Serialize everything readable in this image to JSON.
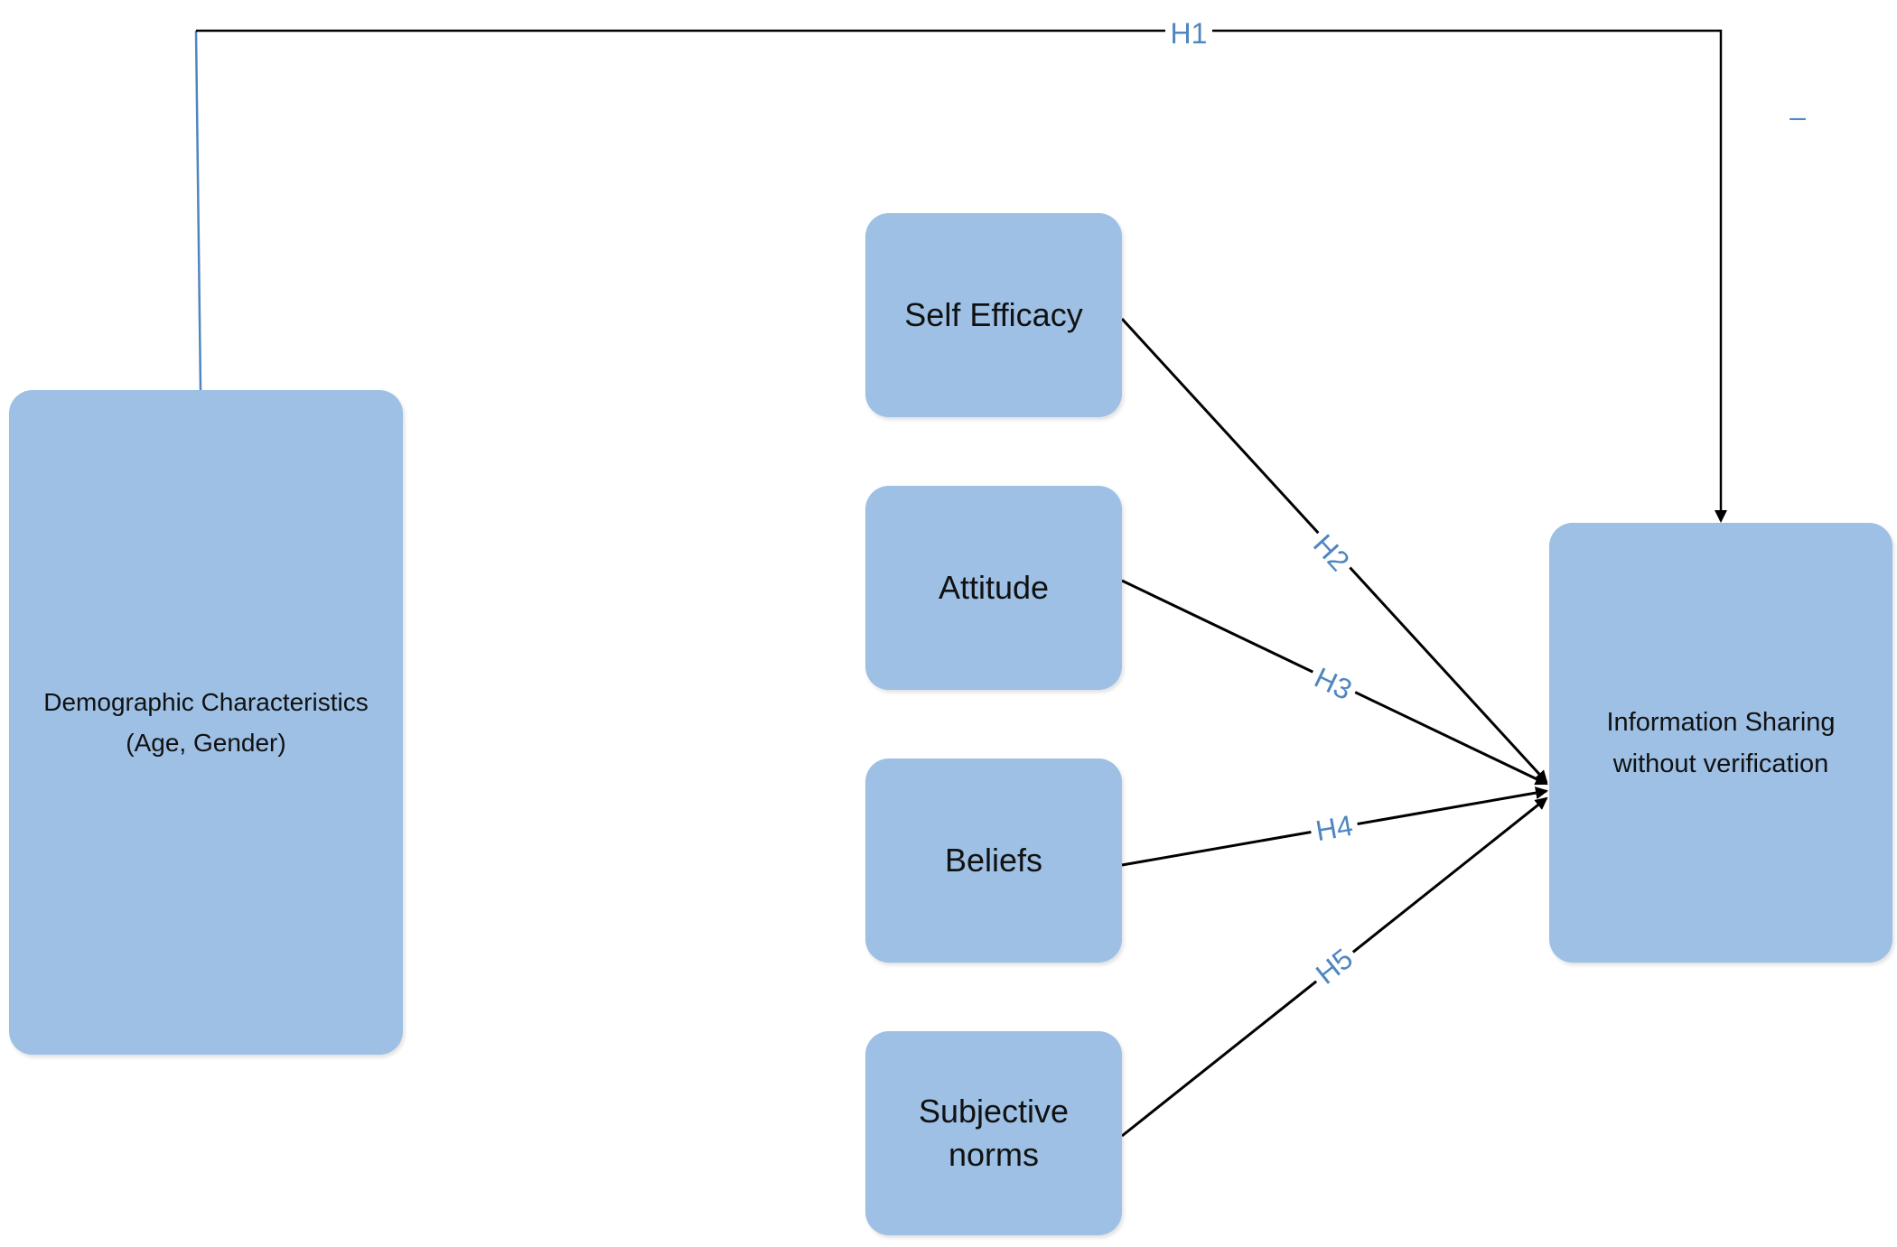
{
  "nodes": {
    "demographic": "Demographic Characteristics\n(Age, Gender)",
    "self_efficacy": "Self Efficacy",
    "attitude": "Attitude",
    "beliefs": "Beliefs",
    "subjective_norms": "Subjective\nnorms",
    "information_sharing": "Information Sharing\nwithout verification"
  },
  "edges": {
    "h1": "H1",
    "h1_sign": "–",
    "h2": "H2",
    "h3": "H3",
    "h4": "H4",
    "h5": "H5"
  },
  "colors": {
    "box_fill": "#9dc0e4",
    "label": "#4f86c0",
    "line_blue": "#4f86c0",
    "line_black": "#000000"
  }
}
